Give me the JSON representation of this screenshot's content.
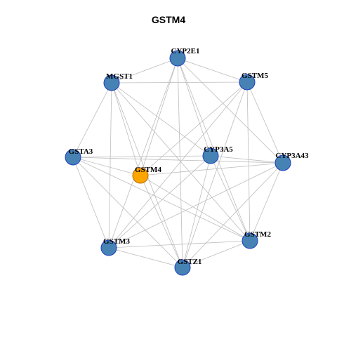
{
  "title": "GSTM4",
  "colors": {
    "node_fill": "#4682B4",
    "node_stroke": "#1f3fbf",
    "focus_fill": "#FFA500",
    "focus_stroke": "#b36b00",
    "edge": "#bdbdbd"
  },
  "nodes": [
    {
      "id": "CYP2E1",
      "label": "CYP2E1",
      "focus": false
    },
    {
      "id": "GSTM5",
      "label": "GSTM5",
      "focus": false
    },
    {
      "id": "MGST1",
      "label": "MGST1",
      "focus": false
    },
    {
      "id": "GSTA3",
      "label": "GSTA3",
      "focus": false
    },
    {
      "id": "CYP3A5",
      "label": "CYP3A5",
      "focus": false
    },
    {
      "id": "CYP3A43",
      "label": "CYP3A43",
      "focus": false
    },
    {
      "id": "GSTM4",
      "label": "GSTM4",
      "focus": true
    },
    {
      "id": "GSTM3",
      "label": "GSTM3",
      "focus": false
    },
    {
      "id": "GSTM2",
      "label": "GSTM2",
      "focus": false
    },
    {
      "id": "GSTZ1",
      "label": "GSTZ1",
      "focus": false
    }
  ],
  "edges": [
    [
      "CYP2E1",
      "GSTM5"
    ],
    [
      "CYP2E1",
      "MGST1"
    ],
    [
      "CYP2E1",
      "CYP3A5"
    ],
    [
      "CYP2E1",
      "CYP3A43"
    ],
    [
      "CYP2E1",
      "GSTM4"
    ],
    [
      "CYP2E1",
      "GSTM3"
    ],
    [
      "CYP2E1",
      "GSTM2"
    ],
    [
      "CYP2E1",
      "GSTZ1"
    ],
    [
      "GSTM5",
      "MGST1"
    ],
    [
      "GSTM5",
      "CYP3A43"
    ],
    [
      "GSTM5",
      "GSTM4"
    ],
    [
      "GSTM5",
      "GSTM3"
    ],
    [
      "GSTM5",
      "GSTM2"
    ],
    [
      "GSTM5",
      "GSTZ1"
    ],
    [
      "MGST1",
      "GSTA3"
    ],
    [
      "MGST1",
      "CYP3A5"
    ],
    [
      "MGST1",
      "GSTM4"
    ],
    [
      "MGST1",
      "GSTM3"
    ],
    [
      "MGST1",
      "GSTM2"
    ],
    [
      "MGST1",
      "GSTZ1"
    ],
    [
      "GSTA3",
      "CYP3A5"
    ],
    [
      "GSTA3",
      "CYP3A43"
    ],
    [
      "GSTA3",
      "GSTM4"
    ],
    [
      "GSTA3",
      "GSTM3"
    ],
    [
      "GSTA3",
      "GSTM2"
    ],
    [
      "GSTA3",
      "GSTZ1"
    ],
    [
      "CYP3A5",
      "CYP3A43"
    ],
    [
      "CYP3A5",
      "GSTM3"
    ],
    [
      "CYP3A5",
      "GSTM2"
    ],
    [
      "CYP3A5",
      "GSTZ1"
    ],
    [
      "CYP3A43",
      "GSTM4"
    ],
    [
      "CYP3A43",
      "GSTM3"
    ],
    [
      "CYP3A43",
      "GSTM2"
    ],
    [
      "CYP3A43",
      "GSTZ1"
    ],
    [
      "GSTM4",
      "GSTM2"
    ],
    [
      "GSTM4",
      "GSTZ1"
    ],
    [
      "GSTM3",
      "GSTM2"
    ],
    [
      "GSTM3",
      "GSTZ1"
    ],
    [
      "GSTM2",
      "GSTZ1"
    ]
  ]
}
